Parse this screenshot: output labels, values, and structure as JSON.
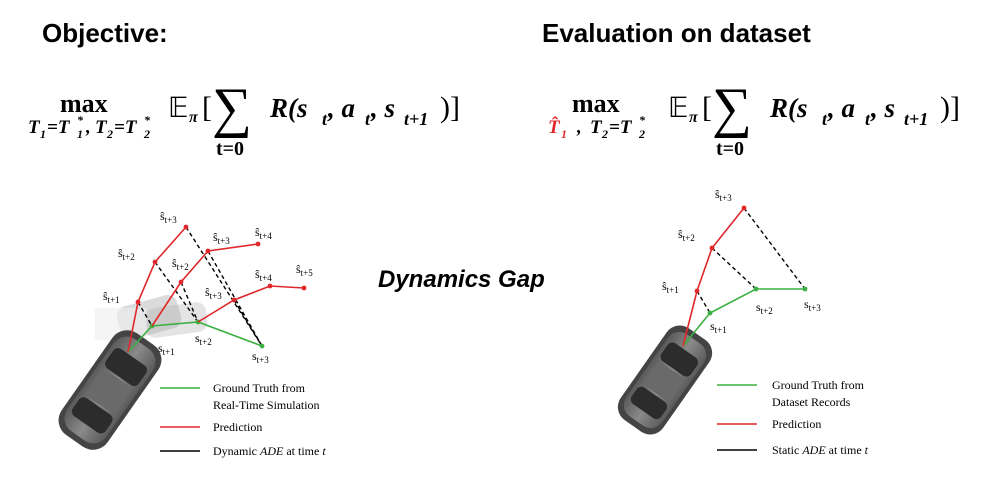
{
  "headings": {
    "objective": "Objective:",
    "evaluation": "Evaluation on dataset"
  },
  "formula_left": {
    "max": "max",
    "sub_t1": "T",
    "sub_t1_idx": "1",
    "sub_eq1": "=T",
    "sub_star1": "*",
    "sub_idx1b": "1",
    "sub_comma": ",",
    "sub_t2": "T",
    "sub_t2_idx": "2",
    "sub_eq2": "=T",
    "sub_star2": "*",
    "sub_idx2b": "2",
    "expect": "𝔼",
    "expect_sub": "π",
    "body_open": "[",
    "sum": "∑",
    "sum_lower": "t=0",
    "reward": "R(s",
    "r_t": "t",
    "r_a": ", a",
    "r_a_t": "t",
    "r_s": ", s",
    "r_s_t": "t+1",
    "body_close": ")]"
  },
  "formula_right": {
    "max": "max",
    "hat_t1": "T̂",
    "hat_t1_idx": "1",
    "sub_comma": ",",
    "sub_t2": "T",
    "sub_t2_idx": "2",
    "sub_eq2": "=T",
    "sub_star2": "*",
    "sub_idx2b": "2",
    "expect": "𝔼",
    "expect_sub": "π",
    "body_open": "[",
    "sum": "∑",
    "sum_lower": "t=0",
    "reward": "R(s",
    "r_t": "t",
    "r_a": ", a",
    "r_a_t": "t",
    "r_s": ", s",
    "r_s_t": "t+1",
    "body_close": ")]"
  },
  "center_label": "Dynamics Gap",
  "left_diagram": {
    "pred_labels": {
      "st1": "ŝ",
      "st1_sub": "t+1",
      "st2": "ŝ",
      "st2_sub": "t+2",
      "st3": "ŝ",
      "st3_sub": "t+3",
      "st2b": "ŝ",
      "st2b_sub": "t+2",
      "st3b": "ŝ",
      "st3b_sub": "t+3",
      "st4": "ŝ",
      "st4_sub": "t+4",
      "st3c": "ŝ",
      "st3c_sub": "t+3",
      "st4b": "ŝ",
      "st4b_sub": "t+4",
      "st5": "ŝ",
      "st5_sub": "t+5"
    },
    "gt_labels": {
      "s1": "s",
      "s1_sub": "t+1",
      "s2": "s",
      "s2_sub": "t+2",
      "s3": "s",
      "s3_sub": "t+3"
    },
    "legend": {
      "green": "Ground Truth from",
      "green2": "Real-Time Simulation",
      "red": "Prediction",
      "black_pre": "Dynamic ",
      "black_em": "ADE",
      "black_post": " at time ",
      "black_t": "t"
    }
  },
  "right_diagram": {
    "pred_labels": {
      "st1": "ŝ",
      "st1_sub": "t+1",
      "st2": "ŝ",
      "st2_sub": "t+2",
      "st3": "ŝ",
      "st3_sub": "t+3"
    },
    "gt_labels": {
      "s1": "s",
      "s1_sub": "t+1",
      "s2": "s",
      "s2_sub": "t+2",
      "s3": "s",
      "s3_sub": "t+3"
    },
    "legend": {
      "green": "Ground Truth from",
      "green2": "Dataset Records",
      "red": "Prediction",
      "black_pre": "Static ",
      "black_em": "ADE",
      "black_post": " at time ",
      "black_t": "t"
    }
  },
  "colors": {
    "ground_truth": "#3cb043",
    "prediction": "#e0282b",
    "ade": "#000000",
    "hat_highlight": "#e0282b"
  }
}
